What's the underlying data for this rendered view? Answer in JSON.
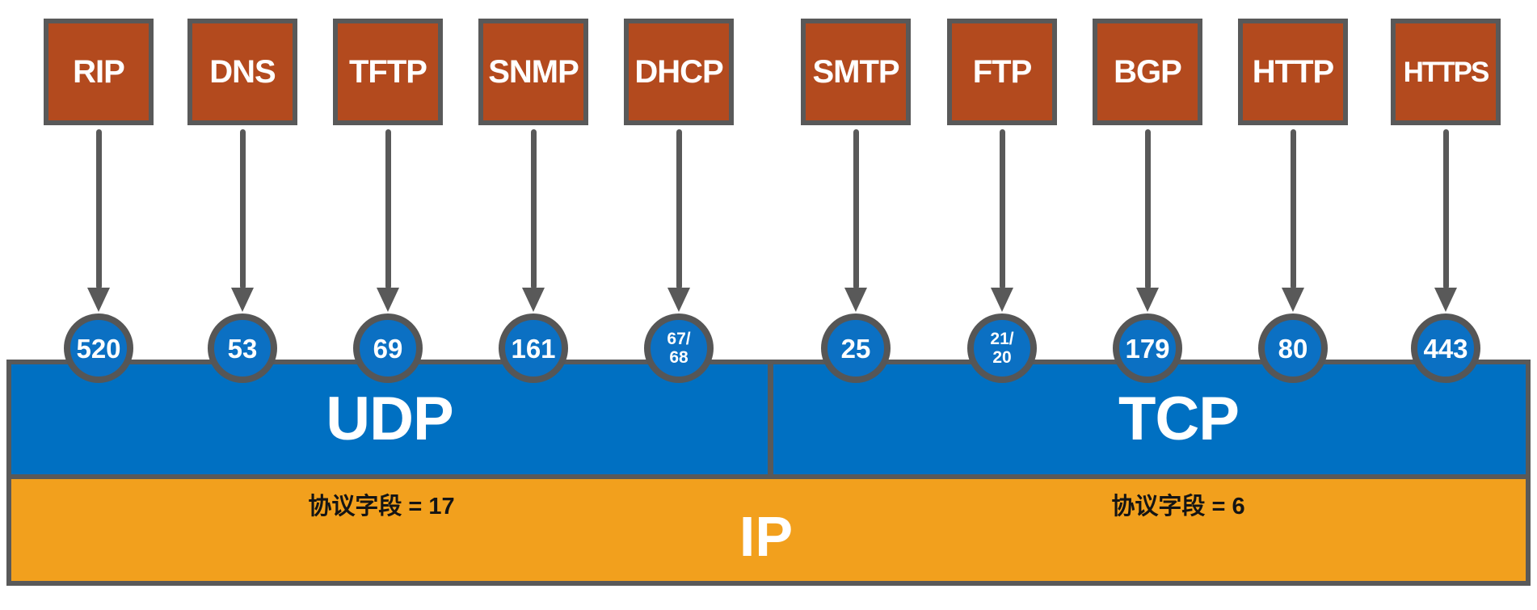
{
  "diagram": {
    "description_labels": {
      "udp": "UDP",
      "tcp": "TCP",
      "ip": "IP",
      "udp_protocol_field": "协议字段 = 17",
      "tcp_protocol_field": "协议字段 = 6"
    },
    "protocols": [
      {
        "name": "RIP",
        "port": "520",
        "transport": "UDP"
      },
      {
        "name": "DNS",
        "port": "53",
        "transport": "UDP"
      },
      {
        "name": "TFTP",
        "port": "69",
        "transport": "UDP"
      },
      {
        "name": "SNMP",
        "port": "161",
        "transport": "UDP"
      },
      {
        "name": "DHCP",
        "port": "67/68",
        "transport": "UDP"
      },
      {
        "name": "SMTP",
        "port": "25",
        "transport": "TCP"
      },
      {
        "name": "FTP",
        "port": "21/20",
        "transport": "TCP"
      },
      {
        "name": "BGP",
        "port": "179",
        "transport": "TCP"
      },
      {
        "name": "HTTP",
        "port": "80",
        "transport": "TCP"
      },
      {
        "name": "HTTPS",
        "port": "443",
        "transport": "TCP"
      }
    ],
    "colors": {
      "box_fill": "#B34A1E",
      "border_gray": "#595959",
      "circle_blue": "#0B70C3",
      "transport_blue": "#0070C2",
      "ip_orange": "#F2A01D",
      "text_white": "#FFFFFF",
      "text_black": "#141414"
    }
  }
}
